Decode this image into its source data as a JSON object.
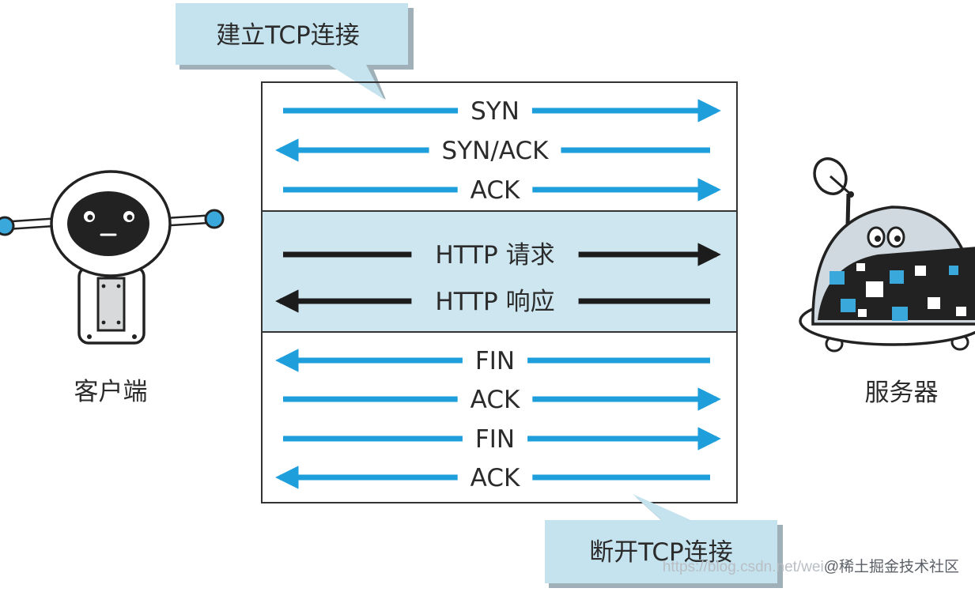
{
  "callouts": {
    "establish": "建立TCP连接",
    "teardown": "断开TCP连接"
  },
  "actors": {
    "client": "客户端",
    "server": "服务器"
  },
  "handshake": [
    {
      "label": "SYN",
      "direction": "right"
    },
    {
      "label": "SYN/ACK",
      "direction": "left"
    },
    {
      "label": "ACK",
      "direction": "right"
    }
  ],
  "http": [
    {
      "label": "HTTP 请求",
      "direction": "right"
    },
    {
      "label": "HTTP 响应",
      "direction": "left"
    }
  ],
  "teardown": [
    {
      "label": "FIN",
      "direction": "left"
    },
    {
      "label": "ACK",
      "direction": "right"
    },
    {
      "label": "FIN",
      "direction": "right"
    },
    {
      "label": "ACK",
      "direction": "left"
    }
  ],
  "watermark": {
    "url": "https://blog.csdn.net/wei",
    "brand": "@稀土掘金技术社区"
  },
  "colors": {
    "tcp_arrow": "#1e9fdc",
    "http_arrow": "#1c1c1c",
    "callout_fill": "#c5e3ee",
    "http_band": "#cde6f0",
    "border": "#333333"
  }
}
